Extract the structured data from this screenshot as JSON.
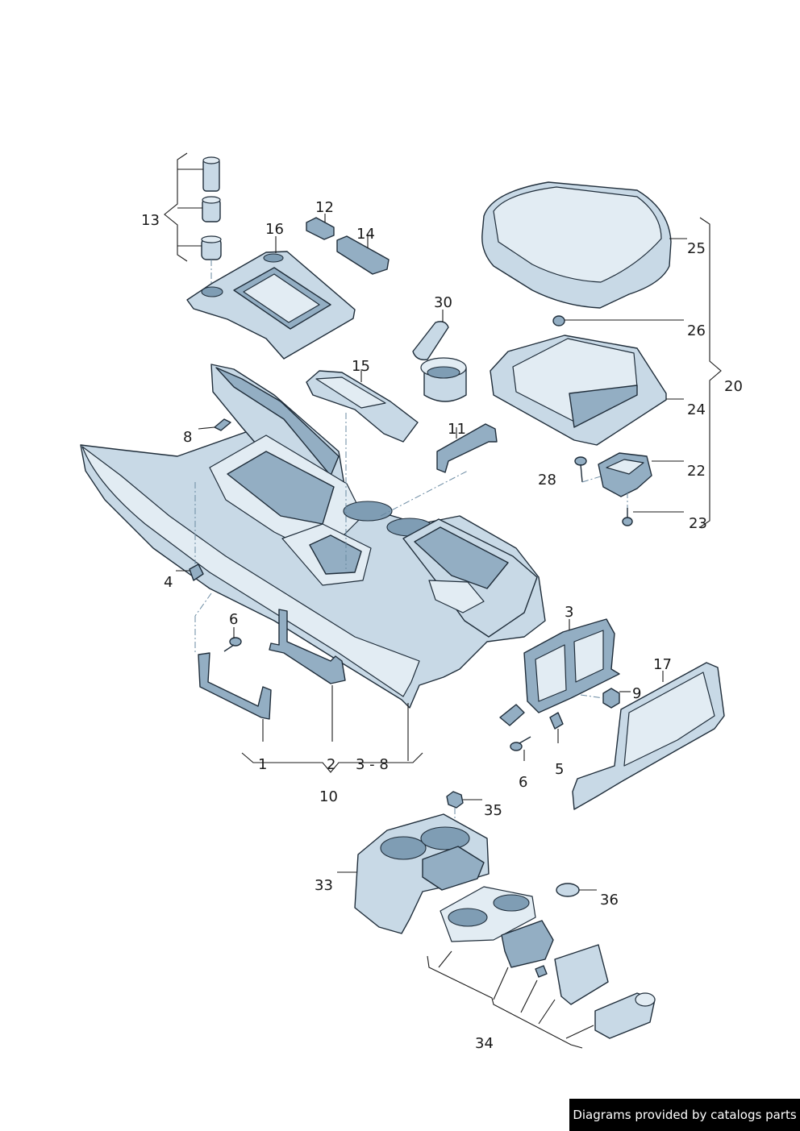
{
  "callouts": {
    "c1": "1",
    "c2": "2",
    "c3": "3",
    "c3_8": "3 - 8",
    "c4": "4",
    "c5": "5",
    "c6a": "6",
    "c6b": "6",
    "c8": "8",
    "c9": "9",
    "c10": "10",
    "c11": "11",
    "c12": "12",
    "c13": "13",
    "c14": "14",
    "c15": "15",
    "c16": "16",
    "c17": "17",
    "c20": "20",
    "c22": "22",
    "c23": "23",
    "c24": "24",
    "c25": "25",
    "c26": "26",
    "c28": "28",
    "c30": "30",
    "c33": "33",
    "c34": "34",
    "c35": "35",
    "c36": "36"
  },
  "watermark": "Diagrams provided by catalogs parts",
  "colors": {
    "part_fill": "#c8d9e6",
    "part_shade": "#93aec3",
    "outline": "#1f2d3a"
  }
}
